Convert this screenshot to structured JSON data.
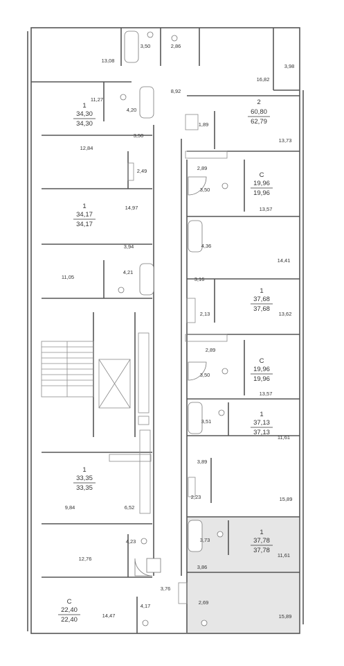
{
  "floor_plan": {
    "highlight_color": "#e6e6e6",
    "wall_color": "#555555",
    "apartments": [
      {
        "id": "apt-2",
        "rooms": "2",
        "living": "60,80",
        "total": "62,79"
      },
      {
        "id": "apt-1a",
        "rooms": "1",
        "living": "34,30",
        "total": "34,30"
      },
      {
        "id": "apt-c1",
        "rooms": "С",
        "living": "19,96",
        "total": "19,96"
      },
      {
        "id": "apt-1b",
        "rooms": "1",
        "living": "34,17",
        "total": "34,17"
      },
      {
        "id": "apt-1c",
        "rooms": "1",
        "living": "37,68",
        "total": "37,68"
      },
      {
        "id": "apt-c2",
        "rooms": "С",
        "living": "19,96",
        "total": "19,96"
      },
      {
        "id": "apt-1d",
        "rooms": "1",
        "living": "37,13",
        "total": "37,13"
      },
      {
        "id": "apt-1e",
        "rooms": "1",
        "living": "33,35",
        "total": "33,35"
      },
      {
        "id": "apt-1f",
        "rooms": "1",
        "living": "37,78",
        "total": "37,78"
      },
      {
        "id": "apt-c3",
        "rooms": "С",
        "living": "22,40",
        "total": "22,40"
      }
    ],
    "room_areas": [
      "13,08",
      "3,50",
      "2,86",
      "16,82",
      "3,98",
      "8,92",
      "11,27",
      "4,20",
      "3,50",
      "1,89",
      "13,73",
      "12,84",
      "2,49",
      "2,89",
      "3,50",
      "13,57",
      "14,97",
      "4,36",
      "14,41",
      "3,94",
      "3,16",
      "11,05",
      "4,21",
      "2,13",
      "13,62",
      "2,89",
      "3,50",
      "13,57",
      "3,51",
      "11,61",
      "3,89",
      "9,84",
      "6,52",
      "2,23",
      "15,89",
      "4,23",
      "3,73",
      "11,61",
      "3,86",
      "12,76",
      "3,76",
      "2,69",
      "14,47",
      "4,17",
      "15,89"
    ]
  }
}
